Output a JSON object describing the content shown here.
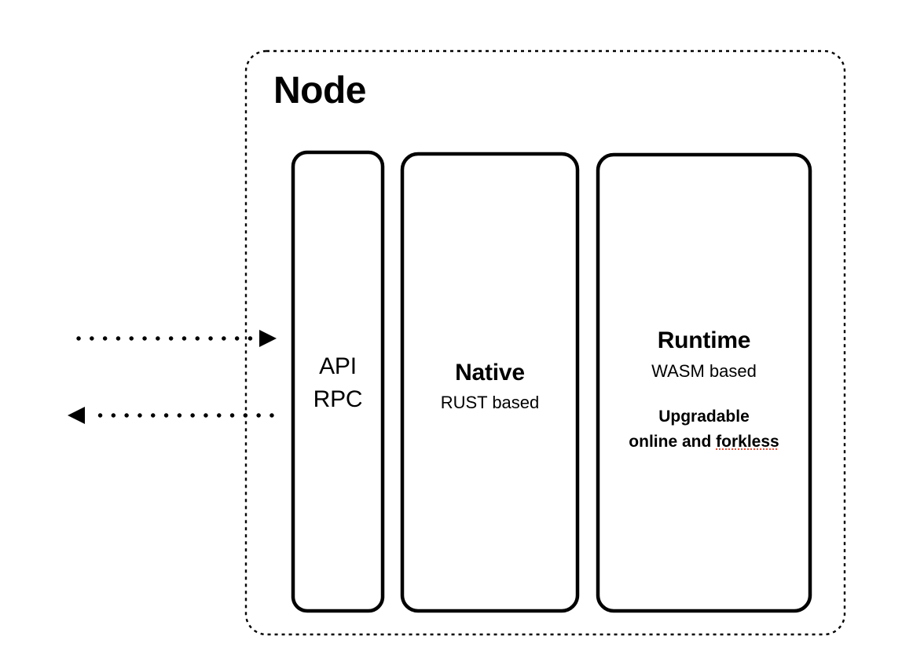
{
  "diagram": {
    "title": "Node",
    "container": {
      "label": "Node",
      "border_style": "dashed",
      "border_color": "#000000"
    },
    "colors": {
      "stroke": "#000000",
      "background": "#ffffff",
      "spellcheck_underline": "#e8503a"
    },
    "blocks": [
      {
        "id": "api-rpc",
        "line1": "API",
        "line2": "RPC"
      },
      {
        "id": "native",
        "heading": "Native",
        "subtitle": "RUST based"
      },
      {
        "id": "runtime",
        "heading": "Runtime",
        "subtitle": "WASM based",
        "note_line1": "Upgradable",
        "note_line2_prefix": "online and ",
        "note_line2_misspelled": "forkless"
      }
    ],
    "arrows": [
      {
        "id": "inbound-request",
        "direction": "right",
        "style": "dotted",
        "head": "arrow-right-icon"
      },
      {
        "id": "outbound-response",
        "direction": "left",
        "style": "dotted",
        "head": "arrow-left-icon"
      }
    ]
  }
}
